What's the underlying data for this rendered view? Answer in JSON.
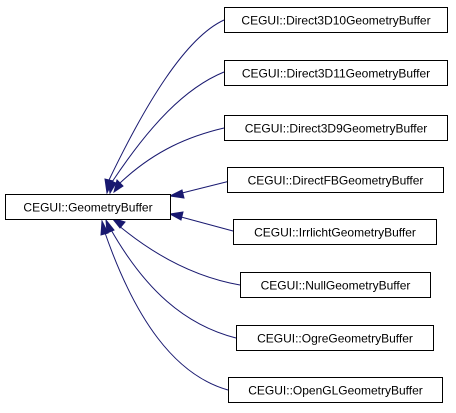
{
  "diagram": {
    "base_class": "CEGUI::GeometryBuffer",
    "derived_classes": [
      "CEGUI::Direct3D10GeometryBuffer",
      "CEGUI::Direct3D11GeometryBuffer",
      "CEGUI::Direct3D9GeometryBuffer",
      "CEGUI::DirectFBGeometryBuffer",
      "CEGUI::IrrlichtGeometryBuffer",
      "CEGUI::NullGeometryBuffer",
      "CEGUI::OgreGeometryBuffer",
      "CEGUI::OpenGLGeometryBuffer"
    ],
    "colors": {
      "edge": "#191970",
      "box_border": "#000000",
      "box_fill": "#ffffff",
      "text": "#000000"
    }
  }
}
